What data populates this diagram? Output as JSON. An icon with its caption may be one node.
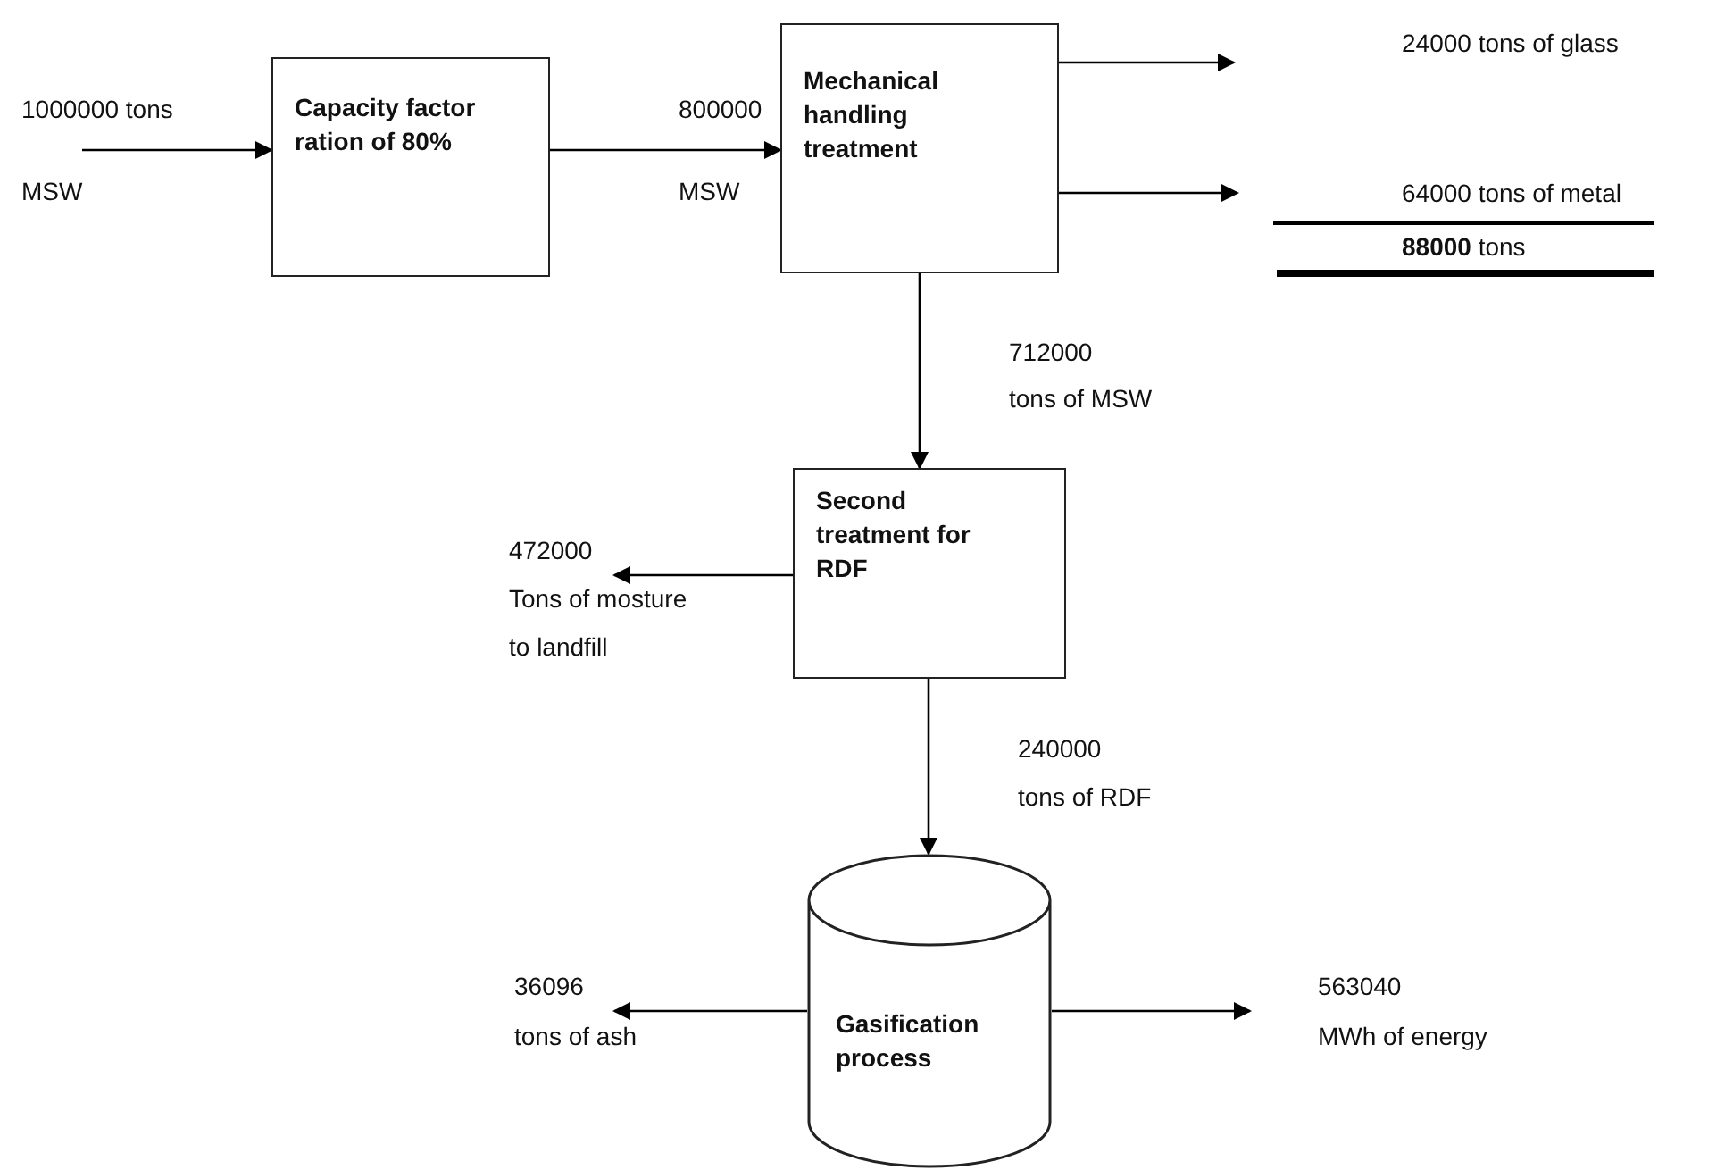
{
  "diagram": {
    "nodes": [
      {
        "text": [
          "Capacity factor ration of 80%"
        ]
      },
      {
        "text": [
          "Mechanical handling treatment"
        ]
      },
      {
        "text": [
          "Second treatment for RDF"
        ]
      },
      {
        "text": [
          "Gasification process"
        ]
      }
    ],
    "edges": [
      {
        "from": null,
        "to": 0,
        "arrow": "to",
        "label": "1000000 tons MSW"
      },
      {
        "from": 0,
        "to": 1,
        "arrow": "to",
        "label": "800000 MSW"
      },
      {
        "from": 1,
        "to": null,
        "arrow": "to"
      },
      {
        "from": 1,
        "to": null,
        "arrow": "to"
      },
      {
        "from": 1,
        "to": 2,
        "arrow": "to",
        "label": "712000 tons of MSW"
      },
      {
        "from": 2,
        "to": null,
        "arrow": "to",
        "label": "472000 Tons of mosture to landfill"
      },
      {
        "from": 2,
        "to": 3,
        "arrow": "to",
        "label": "240000 tons of RDF"
      },
      {
        "from": 3,
        "to": null,
        "arrow": "to",
        "label": "36096 tons of ash"
      },
      {
        "from": 3,
        "to": null,
        "arrow": "to",
        "label": "563040 MWh of energy"
      }
    ],
    "labels": [
      "24000 tons of glass",
      "64000 tons of metal",
      "**88000** tons"
    ]
  }
}
